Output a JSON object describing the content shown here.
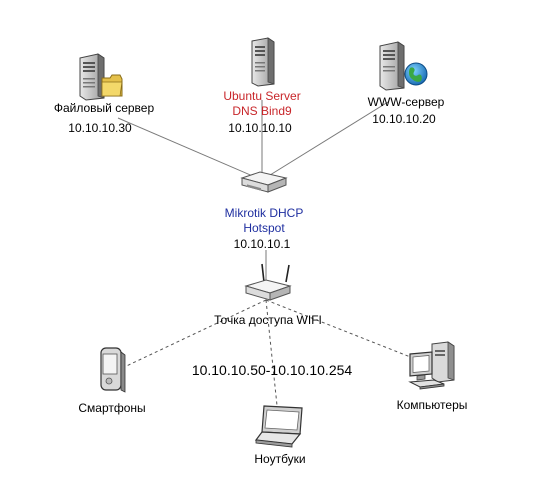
{
  "nodes": {
    "file_server": {
      "name": "Файловый сервер",
      "ip": "10.10.10.30",
      "icon": "file-server-icon"
    },
    "dns_server": {
      "name_line1": "Ubuntu Server",
      "name_line2": "DNS Bind9",
      "ip": "10.10.10.10",
      "icon": "tower-server-icon",
      "color": "#c8262a"
    },
    "web_server": {
      "name": "WWW-сервер",
      "ip": "10.10.10.20",
      "icon": "web-server-icon"
    },
    "router": {
      "name_line1": "Mikrotik DHCP",
      "name_line2": "Hotspot",
      "ip": "10.10.10.1",
      "icon": "router-icon",
      "color": "#1f2fa0"
    },
    "access_point": {
      "name": "Точка доступа WIFI",
      "icon": "wifi-access-point-icon"
    },
    "smartphones": {
      "name": "Смартфоны",
      "icon": "smartphone-icon"
    },
    "laptops": {
      "name": "Ноутбуки",
      "icon": "laptop-icon"
    },
    "computers": {
      "name": "Компьютеры",
      "icon": "desktop-computer-icon"
    }
  },
  "ip_range": "10.10.10.50-10.10.10.254",
  "links": [
    {
      "from": "file_server",
      "to": "router",
      "style": "solid"
    },
    {
      "from": "dns_server",
      "to": "router",
      "style": "solid"
    },
    {
      "from": "web_server",
      "to": "router",
      "style": "solid"
    },
    {
      "from": "router",
      "to": "access_point",
      "style": "solid"
    },
    {
      "from": "access_point",
      "to": "smartphones",
      "style": "dashed"
    },
    {
      "from": "access_point",
      "to": "laptops",
      "style": "dashed"
    },
    {
      "from": "access_point",
      "to": "computers",
      "style": "dashed"
    }
  ]
}
